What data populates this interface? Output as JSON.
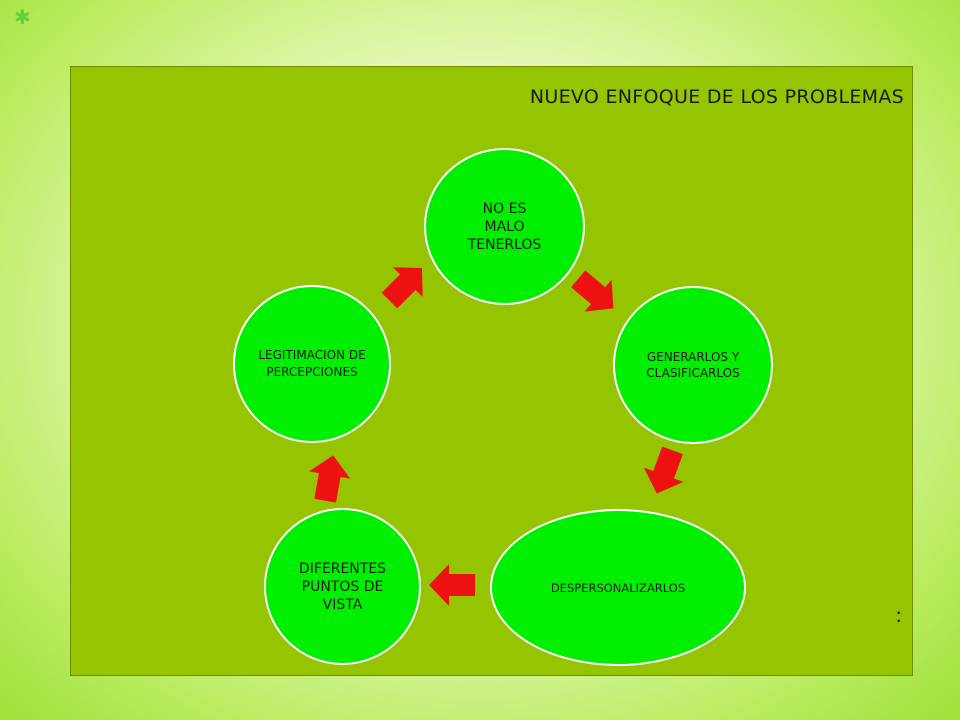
{
  "title": "NUEVO ENFOQUE DE LOS PROBLEMAS",
  "trailing_mark": ":",
  "bullet_icon": "star-bullet-icon",
  "colors": {
    "panel": "#95c500",
    "node_fill": "#00ee00",
    "arrow": "#ee1111"
  },
  "nodes": [
    {
      "id": "n1",
      "label": "NO ES MALO TENERLOS"
    },
    {
      "id": "n2",
      "label": "GENERARLOS Y CLASIFICARLOS"
    },
    {
      "id": "n3",
      "label": "DESPERSONALIZARLOS"
    },
    {
      "id": "n4",
      "label": "DIFERENTES PUNTOS DE VISTA"
    },
    {
      "id": "n5",
      "label": "LEGITIMACION DE PERCEPCIONES"
    }
  ],
  "cycle_direction": "clockwise"
}
